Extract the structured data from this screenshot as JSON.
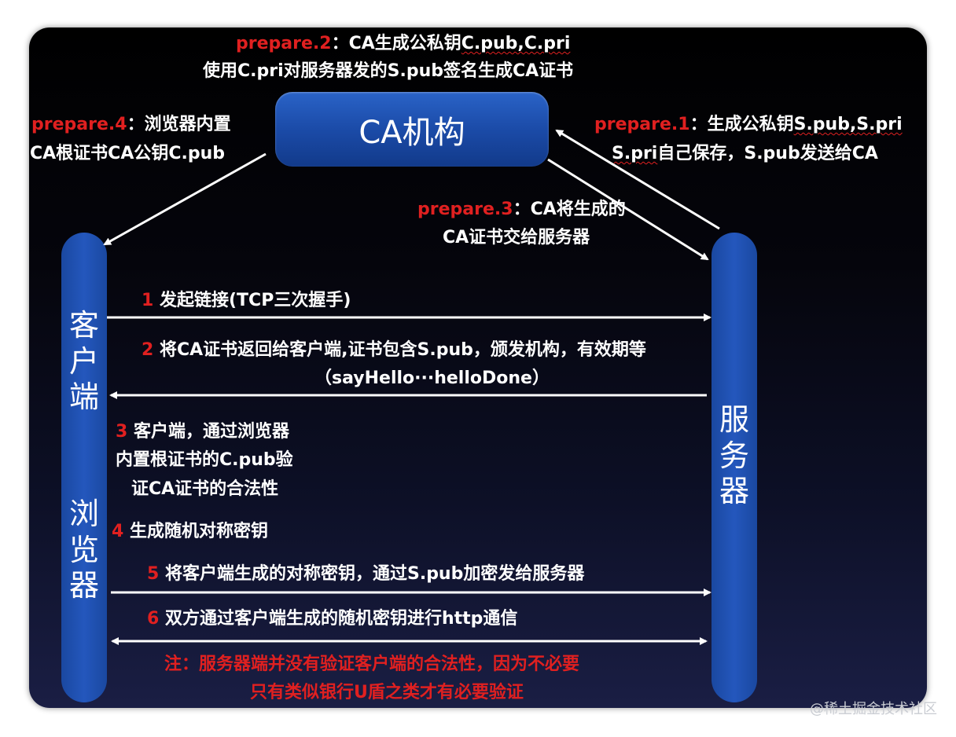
{
  "prepare2": {
    "tag": "prepare.2",
    "sep": "：",
    "line1a": "CA生成公私钥",
    "line1b": "C.pub,C.pri",
    "line2": "使用C.pri对服务器发的S.pub签名生成CA证书"
  },
  "prepare4": {
    "tag": "prepare.4",
    "sep": "：",
    "line1": "浏览器内置",
    "line2": "CA根证书CA公钥C.pub"
  },
  "prepare1": {
    "tag": "prepare.1",
    "sep": "：",
    "line1a": "生成公私钥",
    "line1b": "S.pub,S.pri",
    "line2a": "S.pri",
    "line2b": "自己保存，S.pub发送给CA"
  },
  "prepare3": {
    "tag": "prepare.3",
    "sep": "：",
    "line1": "CA将生成的",
    "line2": "CA证书交给服务器"
  },
  "ca_box": {
    "label": "CA机构"
  },
  "client": {
    "chars": [
      "客",
      "户",
      "端",
      "浏",
      "览",
      "器"
    ]
  },
  "server": {
    "chars": [
      "服",
      "务",
      "器"
    ]
  },
  "steps": {
    "s1": {
      "num": "1",
      "text": "发起链接(TCP三次握手)"
    },
    "s2": {
      "num": "2",
      "text": "将CA证书返回给客户端,证书包含S.pub，颁发机构，有效期等",
      "sub": "（sayHello···helloDone）"
    },
    "s3": {
      "num": "3",
      "line1": "客户端，通过浏览器",
      "line2": "内置根证书的C.pub验",
      "line3": "证CA证书的合法性"
    },
    "s4": {
      "num": "4",
      "text": "生成随机对称密钥"
    },
    "s5": {
      "num": "5",
      "text": "将客户端生成的对称密钥，通过S.pub加密发给服务器"
    },
    "s6": {
      "num": "6",
      "text": "双方通过客户端生成的随机密钥进行http通信"
    }
  },
  "note": {
    "line1": "注：服务器端并没有验证客户端的合法性，因为不必要",
    "line2": "只有类似银行U盾之类才有必要验证"
  },
  "watermark": "@稀土掘金技术社区",
  "colors": {
    "accent_red": "#e02020",
    "box_blue": "#1b4ba8",
    "background": "#000000"
  }
}
